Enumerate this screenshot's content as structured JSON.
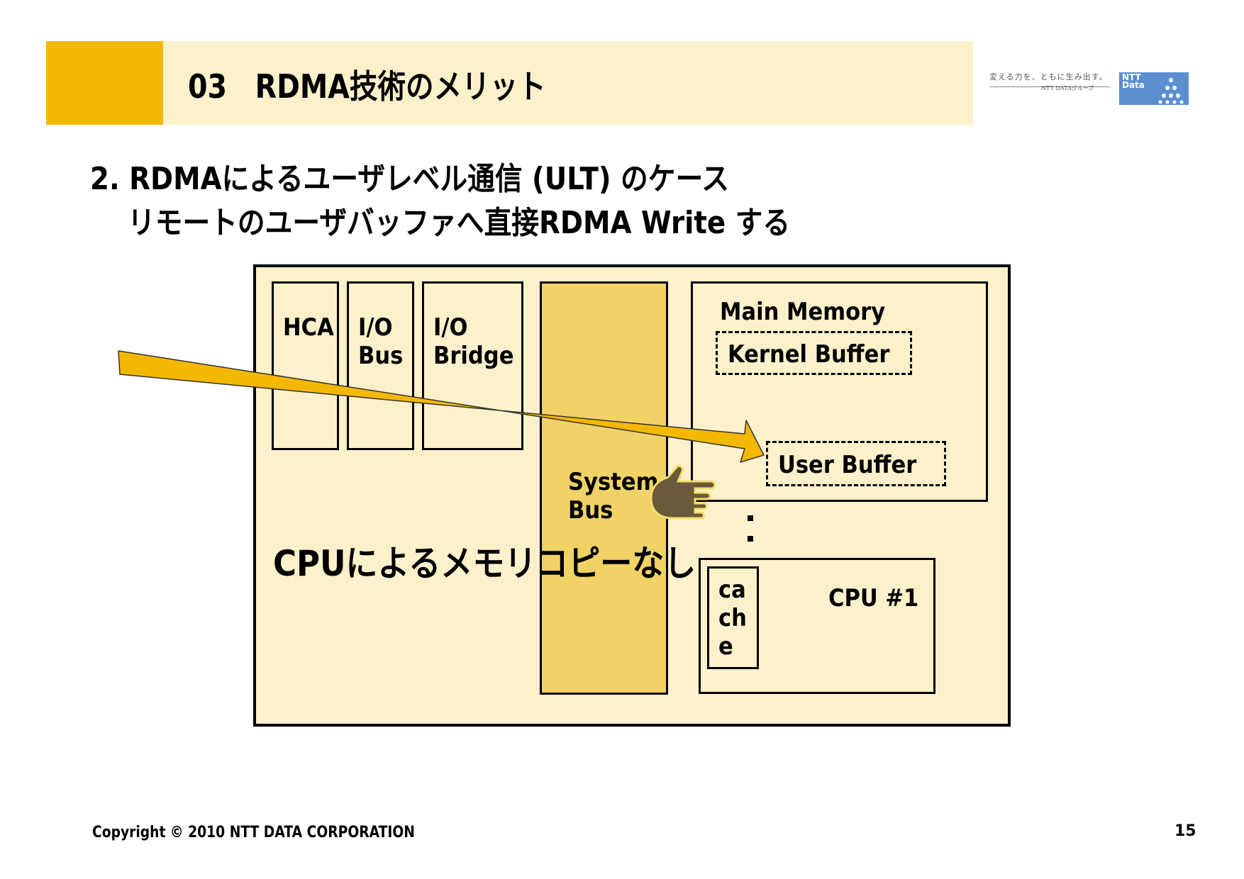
{
  "header": {
    "title": "03　RDMA技術のメリット",
    "logo_tagline": "変える力を、ともに生み出す。",
    "logo_group": "NTT DATAグループ",
    "logo_brand": "NTT Data"
  },
  "subtitle": {
    "line1": "2. RDMAによるユーザレベル通信 (ULT) のケース",
    "line2": "リモートのユーザバッファへ直接RDMA Write する"
  },
  "diagram": {
    "hca": "HCA",
    "io_bus": "I/O\nBus",
    "io_bridge": "I/O\nBridge",
    "system_bus": "System\nBus",
    "main_memory": "Main Memory",
    "kernel_buffer": "Kernel Buffer",
    "user_buffer": "User Buffer",
    "cache": "ca\nch\ne",
    "cpu": "CPU #1",
    "note": "CPUによるメモリコピーなし",
    "colors": {
      "panel": "#fdf1cc",
      "system_bus": "#f1d267",
      "arrow": "#f5b800",
      "accent": "#f5b800"
    }
  },
  "footer": {
    "copyright": "Copyright © 2010 NTT DATA CORPORATION",
    "page_number": "15"
  }
}
